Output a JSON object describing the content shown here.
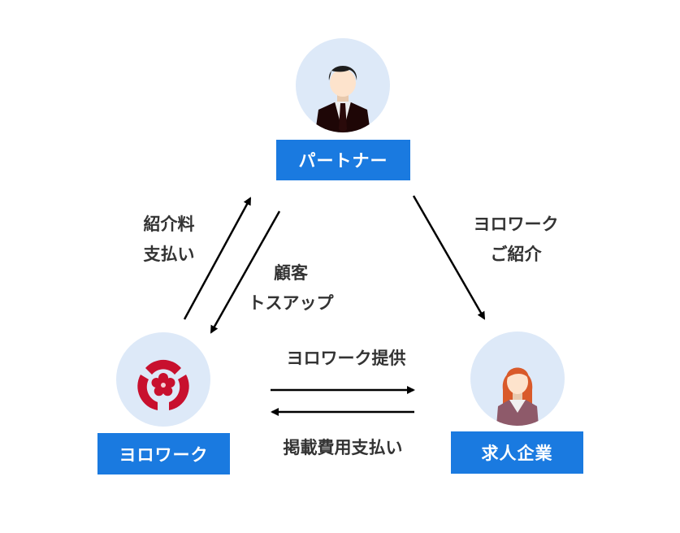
{
  "nodes": {
    "partner": {
      "label": "パートナー",
      "icon": "businessman-icon"
    },
    "yorowork": {
      "label": "ヨロワーク",
      "icon": "sakura-logo-icon"
    },
    "company": {
      "label": "求人企業",
      "icon": "businesswoman-icon"
    }
  },
  "flows": {
    "fee_payment": {
      "line1": "紹介料",
      "line2": "支払い"
    },
    "customer_tossup": {
      "line1": "顧客",
      "line2": "トスアップ"
    },
    "introduce": {
      "line1": "ヨロワーク",
      "line2": "ご紹介"
    },
    "provide": {
      "label": "ヨロワーク提供"
    },
    "listing_payment": {
      "label": "掲載費用支払い"
    }
  },
  "colors": {
    "accent": "#1a7ae0",
    "circle_bg": "#dde9f8",
    "logo_red": "#c8102e",
    "text": "#333333"
  }
}
